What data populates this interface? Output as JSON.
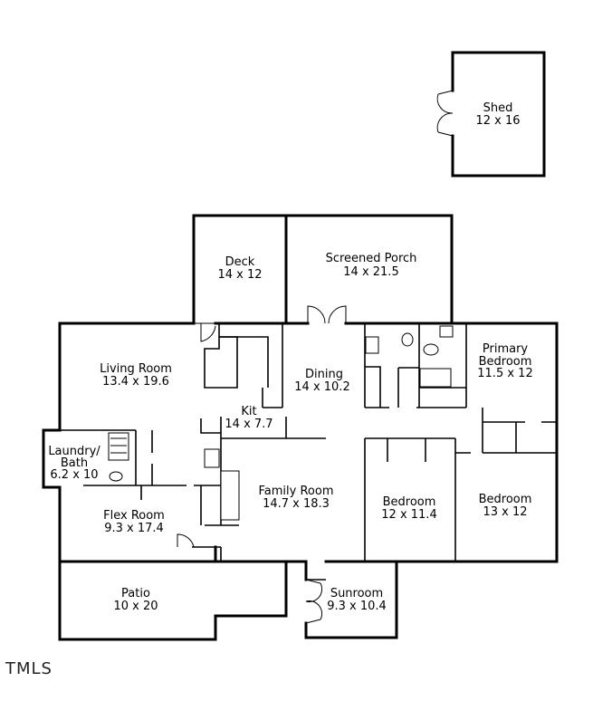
{
  "rooms": {
    "shed": {
      "name": "Shed",
      "dims": "12 x 16"
    },
    "deck": {
      "name": "Deck",
      "dims": "14 x 12"
    },
    "screened_porch": {
      "name": "Screened Porch",
      "dims": "14 x 21.5"
    },
    "living_room": {
      "name": "Living Room",
      "dims": "13.4 x 19.6"
    },
    "dining": {
      "name": "Dining",
      "dims": "14 x 10.2"
    },
    "primary_bedroom": {
      "name1": "Primary",
      "name2": "Bedroom",
      "dims": "11.5 x 12"
    },
    "kit": {
      "name": "Kit",
      "dims": "14 x 7.7"
    },
    "laundry_bath": {
      "name1": "Laundry/",
      "name2": "Bath",
      "dims": "6.2 x 10"
    },
    "family_room": {
      "name": "Family Room",
      "dims": "14.7 x 18.3"
    },
    "bedroom_a": {
      "name": "Bedroom",
      "dims": "12 x 11.4"
    },
    "bedroom_b": {
      "name": "Bedroom",
      "dims": "13 x 12"
    },
    "flex_room": {
      "name": "Flex Room",
      "dims": "9.3 x 17.4"
    },
    "patio": {
      "name": "Patio",
      "dims": "10 x 20"
    },
    "sunroom": {
      "name": "Sunroom",
      "dims": "9.3 x 10.4"
    }
  },
  "brand": "TMLS"
}
